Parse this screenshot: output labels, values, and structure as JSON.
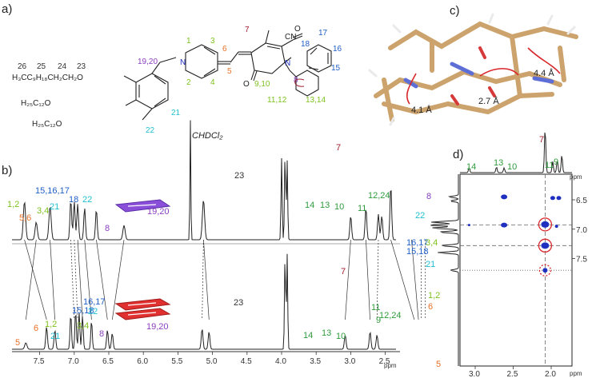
{
  "panels": {
    "a": "a)",
    "b": "b)",
    "c": "c)",
    "d": "d)"
  },
  "colors": {
    "dark": "#333333",
    "green": "#7dc21e",
    "dkgreen": "#2e9a3c",
    "orange": "#e8702a",
    "maroon": "#a0202e",
    "blue": "#1f5ec8",
    "cyan": "#1fbfd0",
    "purple": "#8a3fc0",
    "red": "#d8262b",
    "navy": "#1f2fbf"
  },
  "structure": {
    "chain1": "H₃CC₉H₁₈CH₂CH₂O",
    "ether1": "H₂₅C₁₂O",
    "ether2": "H₂₅C₁₂O",
    "cn": "CN",
    "n_atoms": [
      "N",
      "N"
    ],
    "o_atoms": [
      "O",
      "O"
    ],
    "labels": [
      {
        "t": "26",
        "c": "dark"
      },
      {
        "t": "25",
        "c": "dark"
      },
      {
        "t": "24",
        "c": "dark"
      },
      {
        "t": "23",
        "c": "dark"
      },
      {
        "t": "19,20",
        "c": "purple"
      },
      {
        "t": "1",
        "c": "green"
      },
      {
        "t": "3",
        "c": "green"
      },
      {
        "t": "2",
        "c": "green"
      },
      {
        "t": "4",
        "c": "green"
      },
      {
        "t": "7",
        "c": "maroon"
      },
      {
        "t": "6",
        "c": "orange"
      },
      {
        "t": "5",
        "c": "orange"
      },
      {
        "t": "21",
        "c": "cyan"
      },
      {
        "t": "22",
        "c": "cyan"
      },
      {
        "t": "17",
        "c": "blue"
      },
      {
        "t": "16",
        "c": "blue"
      },
      {
        "t": "18",
        "c": "blue"
      },
      {
        "t": "15",
        "c": "blue"
      },
      {
        "t": "8",
        "c": "purple"
      },
      {
        "t": "9,10",
        "c": "green"
      },
      {
        "t": "11,12",
        "c": "green"
      },
      {
        "t": "13,14",
        "c": "green"
      }
    ]
  },
  "spectrum": {
    "solvent_label": "CHDCl₂",
    "ppm_unit": "ppm",
    "top_peaks": [
      {
        "t": "1,2",
        "c": "green"
      },
      {
        "t": "5,6",
        "c": "orange"
      },
      {
        "t": "3,4",
        "c": "green"
      },
      {
        "t": "15,16,17",
        "c": "blue"
      },
      {
        "t": "21",
        "c": "cyan"
      },
      {
        "t": "18",
        "c": "blue"
      },
      {
        "t": "22",
        "c": "cyan"
      },
      {
        "t": "8",
        "c": "purple"
      },
      {
        "t": "19,20",
        "c": "purple"
      },
      {
        "t": "23",
        "c": "dark"
      },
      {
        "t": "14",
        "c": "dkgreen"
      },
      {
        "t": "13",
        "c": "dkgreen"
      },
      {
        "t": "10",
        "c": "dkgreen"
      },
      {
        "t": "7",
        "c": "maroon"
      },
      {
        "t": "11",
        "c": "dkgreen"
      },
      {
        "t": "12,24",
        "c": "dkgreen"
      }
    ],
    "bottom_peaks": [
      {
        "t": "5",
        "c": "orange"
      },
      {
        "t": "6",
        "c": "orange"
      },
      {
        "t": "1,2",
        "c": "green"
      },
      {
        "t": "21",
        "c": "cyan"
      },
      {
        "t": "15,18",
        "c": "blue"
      },
      {
        "t": "16,17",
        "c": "blue"
      },
      {
        "t": "3,4",
        "c": "green"
      },
      {
        "t": "22",
        "c": "cyan"
      },
      {
        "t": "8",
        "c": "purple"
      },
      {
        "t": "19,20",
        "c": "purple"
      },
      {
        "t": "23",
        "c": "dark"
      },
      {
        "t": "14",
        "c": "dkgreen"
      },
      {
        "t": "13",
        "c": "dkgreen"
      },
      {
        "t": "10",
        "c": "dkgreen"
      },
      {
        "t": "7",
        "c": "maroon"
      },
      {
        "t": "11",
        "c": "dkgreen"
      },
      {
        "t": "9",
        "c": "dkgreen"
      },
      {
        "t": "12,24",
        "c": "dkgreen"
      }
    ],
    "ticks": [
      "7.5",
      "7.0",
      "6.5",
      "6.0",
      "5.5",
      "5.0",
      "4.5",
      "4.0",
      "3.5",
      "3.0",
      "2.5"
    ]
  },
  "model": {
    "d1": "4.4 Å",
    "d2": "4.1 Å",
    "d3": "2.7 Å"
  },
  "noesy": {
    "ppm_x": "ppm",
    "ppm_y": "ppm",
    "x_ticks": [
      "3.0",
      "2.5",
      "2.0"
    ],
    "y_ticks": [
      "6.5",
      "7.0",
      "7.5"
    ],
    "top_labels": [
      {
        "t": "14",
        "c": "dkgreen"
      },
      {
        "t": "13",
        "c": "dkgreen"
      },
      {
        "t": "10",
        "c": "dkgreen"
      },
      {
        "t": "7",
        "c": "maroon"
      },
      {
        "t": "11",
        "c": "dkgreen"
      },
      {
        "t": "9",
        "c": "dkgreen"
      }
    ],
    "left_labels": [
      {
        "t": "8",
        "c": "purple"
      },
      {
        "t": "22",
        "c": "cyan"
      },
      {
        "t": "16,17",
        "c": "blue"
      },
      {
        "t": "3,4",
        "c": "green"
      },
      {
        "t": "15,18",
        "c": "blue"
      },
      {
        "t": "21",
        "c": "cyan"
      },
      {
        "t": "1,2",
        "c": "green"
      },
      {
        "t": "6",
        "c": "orange"
      },
      {
        "t": "5",
        "c": "orange"
      }
    ]
  }
}
